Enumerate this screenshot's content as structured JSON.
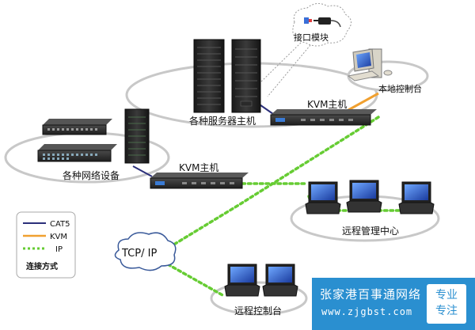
{
  "labels": {
    "interface_module": "接口模块",
    "local_console": "本地控制台",
    "servers": "各种服务器主机",
    "kvm_host_top": "KVM主机",
    "network_devices": "各种网络设备",
    "kvm_host_bottom": "KVM主机",
    "remote_center": "远程管理中心",
    "tcpip": "TCP/ IP",
    "remote_console": "远程控制台"
  },
  "legend": {
    "items": [
      {
        "label": "CAT5",
        "color": "#2b2f7a",
        "style": "solid"
      },
      {
        "label": "KVM",
        "color": "#f0a030",
        "style": "solid"
      },
      {
        "label": "IP",
        "color": "#66cc33",
        "style": "dotted"
      }
    ],
    "title": "连接方式"
  },
  "watermark": {
    "company": "张家港百事通网络",
    "url": "www.zjgbst.com",
    "badge_line1": "专业",
    "badge_line2": "专注",
    "color": "#2a8fd0"
  },
  "colors": {
    "cat5": "#2b2f7a",
    "kvm": "#f0a030",
    "ip": "#66cc33"
  }
}
